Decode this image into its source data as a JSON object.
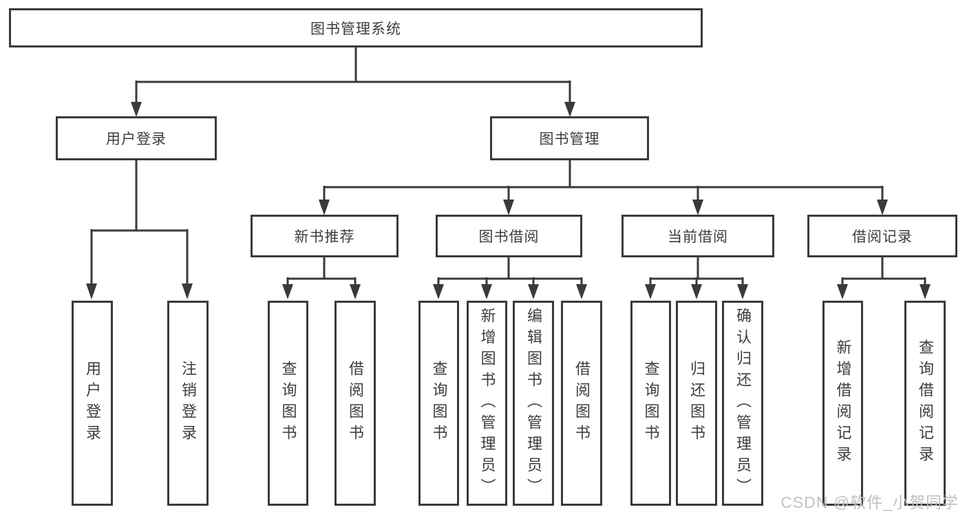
{
  "diagram": {
    "title": "图书管理系统",
    "root": {
      "label": "图书管理系统"
    },
    "level2": [
      {
        "id": "user-login",
        "label": "用户登录"
      },
      {
        "id": "book-management",
        "label": "图书管理"
      }
    ],
    "level3": [
      {
        "id": "new-book-recommend",
        "label": "新书推荐",
        "parent": "图书管理"
      },
      {
        "id": "book-borrow",
        "label": "图书借阅",
        "parent": "图书管理"
      },
      {
        "id": "current-borrow",
        "label": "当前借阅",
        "parent": "图书管理"
      },
      {
        "id": "borrow-records",
        "label": "借阅记录",
        "parent": "图书管理"
      }
    ],
    "leaves": [
      {
        "id": "user-login-leaf",
        "label": "用户登录",
        "parent": "用户登录"
      },
      {
        "id": "logout",
        "label": "注销登录",
        "parent": "用户登录"
      },
      {
        "id": "query-books-1",
        "label": "查询图书",
        "parent": "新书推荐"
      },
      {
        "id": "borrow-books-1",
        "label": "借阅图书",
        "parent": "新书推荐"
      },
      {
        "id": "query-books-2",
        "label": "查询图书",
        "parent": "图书借阅"
      },
      {
        "id": "add-books-admin",
        "label": "新增图书（管理员）",
        "parent": "图书借阅"
      },
      {
        "id": "edit-books-admin",
        "label": "编辑图书（管理员）",
        "parent": "图书借阅"
      },
      {
        "id": "borrow-books-2",
        "label": "借阅图书",
        "parent": "图书借阅"
      },
      {
        "id": "query-books-3",
        "label": "查询图书",
        "parent": "当前借阅"
      },
      {
        "id": "return-books",
        "label": "归还图书",
        "parent": "当前借阅"
      },
      {
        "id": "confirm-return-admin",
        "label": "确认归还（管理员）",
        "parent": "当前借阅"
      },
      {
        "id": "add-borrow-record",
        "label": "新增借阅记录",
        "parent": "借阅记录"
      },
      {
        "id": "query-borrow-record",
        "label": "查询借阅记录",
        "parent": "借阅记录"
      }
    ]
  },
  "watermark": {
    "text": "CSDN @软件_小贺同学"
  },
  "colors": {
    "line": "#3a3a3a",
    "box_border": "#3a3a3a",
    "text": "#3d3d3d",
    "watermark": "#bfbfbf",
    "background": "#ffffff"
  }
}
